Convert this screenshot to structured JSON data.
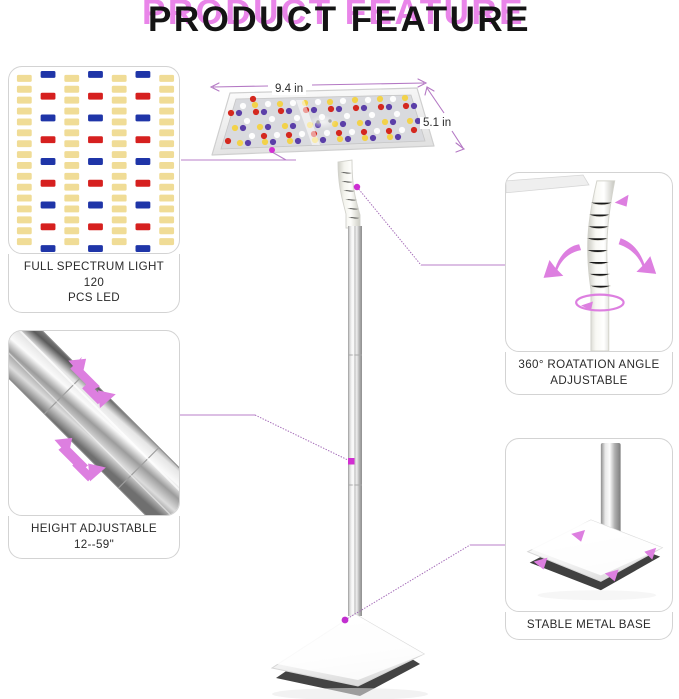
{
  "title": {
    "text": "PRODUCT FEATURE",
    "shadow_color": "#e985e9",
    "text_color": "#141414"
  },
  "accent_color": "#c77fd4",
  "arrow_color": "#dd7fe0",
  "dimensions": {
    "width_label": "9.4 in",
    "height_label": "5.1 in"
  },
  "callouts": [
    {
      "id": "full-spectrum",
      "caption": "FULL SPECTRUM LIGHT 120 PCS LED",
      "caption_line1": "FULL SPECTRUM LIGHT 120",
      "caption_line2": "PCS LED",
      "led_colors": {
        "yellow": "#f0dc96",
        "blue": "#1f35a8",
        "red": "#d6201f"
      }
    },
    {
      "id": "rotation",
      "caption": "360° ROATATION ANGLE ADJUSTABLE",
      "caption_line1": "360° ROATATION ANGLE",
      "caption_line2": "ADJUSTABLE"
    },
    {
      "id": "height",
      "caption": "HEIGHT ADJUSTABLE 12--59\"",
      "caption_line1": "HEIGHT ADJUSTABLE",
      "caption_line2": "12--59\""
    },
    {
      "id": "base",
      "caption": "STABLE METAL BASE",
      "caption_line1": "STABLE METAL BASE",
      "caption_line2": ""
    }
  ],
  "product": {
    "name": "LED grow light floor lamp",
    "panel_led_colors": [
      "#ffffff",
      "#f2d24a",
      "#d4281f",
      "#5b3fa8"
    ],
    "pole_color": "#c9c9c9",
    "base_color": "#f4f4f4"
  }
}
